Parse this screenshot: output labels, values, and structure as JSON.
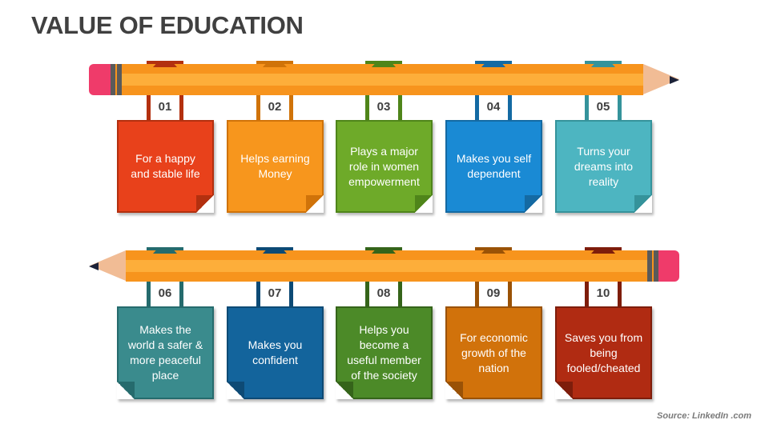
{
  "title": "VALUE OF EDUCATION",
  "source": "Source: LinkedIn .com",
  "colors": {
    "pencil_body": "#f7941d",
    "pencil_highlight": "#fdae3a",
    "eraser": "#ef3b6a",
    "ferrule": "#5a5a5a",
    "wood_tip": "#f1bc95",
    "lead": "#1c2238"
  },
  "rows": [
    {
      "direction": "right",
      "items": [
        {
          "number": "01",
          "text": "For a happy and stable life",
          "fill": "#e8411b",
          "dark": "#b3300f",
          "curl": "bottom-right"
        },
        {
          "number": "02",
          "text": "Helps earning Money",
          "fill": "#f7961d",
          "dark": "#d07309",
          "curl": "bottom-right"
        },
        {
          "number": "03",
          "text": "Plays a major role in women empowerment",
          "fill": "#6eaa29",
          "dark": "#4f851a",
          "curl": "bottom-right"
        },
        {
          "number": "04",
          "text": "Makes you self dependent",
          "fill": "#1a8ad4",
          "dark": "#146aa3",
          "curl": "bottom-right"
        },
        {
          "number": "05",
          "text": "Turns your dreams into reality",
          "fill": "#4db5c1",
          "dark": "#35939b",
          "curl": "bottom-right"
        }
      ]
    },
    {
      "direction": "left",
      "items": [
        {
          "number": "06",
          "text": "Makes the world a safer & more peaceful place",
          "fill": "#3a8b8d",
          "dark": "#256b6d",
          "curl": "bottom-left"
        },
        {
          "number": "07",
          "text": "Makes you confident",
          "fill": "#13649c",
          "dark": "#0d4a75",
          "curl": "bottom-left"
        },
        {
          "number": "08",
          "text": "Helps you become a useful member of the society",
          "fill": "#4c8a28",
          "dark": "#35641a",
          "curl": "bottom-left"
        },
        {
          "number": "09",
          "text": "For economic growth of the nation",
          "fill": "#d1720b",
          "dark": "#9a5206",
          "curl": "bottom-left"
        },
        {
          "number": "10",
          "text": "Saves you from being fooled/cheated",
          "fill": "#b02b12",
          "dark": "#7e1d0b",
          "curl": "bottom-left"
        }
      ]
    }
  ]
}
